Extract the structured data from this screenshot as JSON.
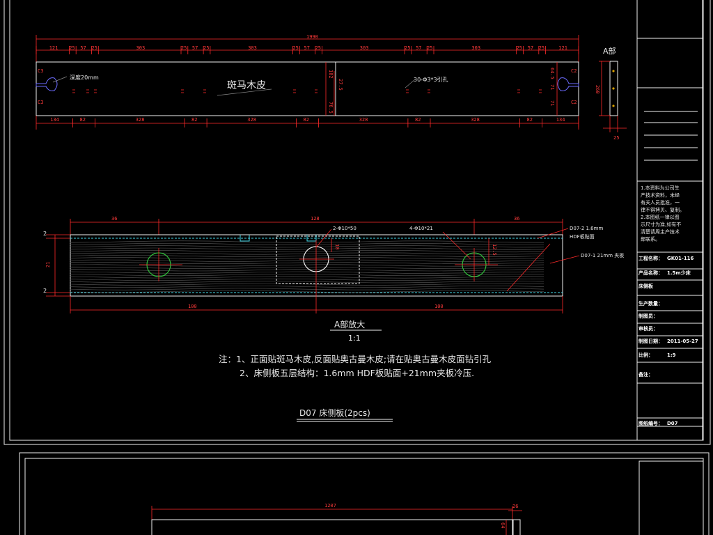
{
  "drawing": {
    "overall_length": "1990",
    "top_dims": [
      "121",
      "25",
      "57",
      "25",
      "303",
      "25",
      "57",
      "25",
      "303",
      "25",
      "57",
      "25",
      "303",
      "25",
      "57",
      "25",
      "303",
      "25",
      "57",
      "25",
      "121"
    ],
    "bottom_dims": [
      "134",
      "82",
      "328",
      "82",
      "328",
      "82",
      "328",
      "82",
      "328",
      "82",
      "134"
    ],
    "middle_dims": [
      "102",
      "27.5",
      "76.5"
    ],
    "right_side_dims": [
      "64.5",
      "71",
      "71"
    ],
    "end_marks": [
      "C3",
      "C3",
      "C2",
      "C2"
    ],
    "labels": {
      "veneer": "斑马木皮",
      "depth_note": "深度20mm",
      "hole_note": "30-Φ3*3引孔",
      "part_a": "A部",
      "part_a_height": "260",
      "part_a_width": "25"
    }
  },
  "detail": {
    "top_dims": [
      "36",
      "128",
      "36"
    ],
    "bottom_dims": [
      "100",
      "100"
    ],
    "left_dims": [
      "2",
      "21",
      "2"
    ],
    "hole_dims": [
      "10",
      "12.5"
    ],
    "callouts": [
      "2-Φ10*50",
      "4-Φ10*21",
      "D07-2 1.6mm",
      "HDF板贴面",
      "D07-1 21mm 夹板"
    ],
    "title": "A部放大",
    "scale": "1:1"
  },
  "notes": {
    "line1": "注：1、正面贴斑马木皮,反面贴奥古曼木皮;请在贴奥古曼木皮面钻引孔",
    "line2": "2、床侧板五层结构：1.6mm HDF板贴面+21mm夹板冷压."
  },
  "part_title": "D07 床侧板(2pcs)",
  "title_block": {
    "remark_text": [
      "1.本资料为公司生",
      "产技术资料，未经",
      "有关人员批准，一",
      "律不得拷贝、复制。",
      "2.本图纸一律以图",
      "示尺寸为准,如有不",
      "清楚请周主产技术",
      "部联系。"
    ],
    "rows": [
      {
        "label": "工程名称：",
        "value": "GK01-116"
      },
      {
        "label": "产品名称：",
        "value": "1.5m少床"
      },
      {
        "label": "床侧板",
        "value": ""
      },
      {
        "label": "生产数量：",
        "value": ""
      },
      {
        "label": "制图员：",
        "value": ""
      },
      {
        "label": "审核员：",
        "value": ""
      },
      {
        "label": "制图日期：",
        "value": "2011-05-27"
      },
      {
        "label": "比例：",
        "value": "1:9"
      },
      {
        "label": "备注：",
        "value": ""
      },
      {
        "label": "图纸编号：",
        "value": "D07"
      }
    ]
  },
  "lower_sheet": {
    "dim_length": "1207",
    "dim_small": "26",
    "dim_side": "64"
  }
}
